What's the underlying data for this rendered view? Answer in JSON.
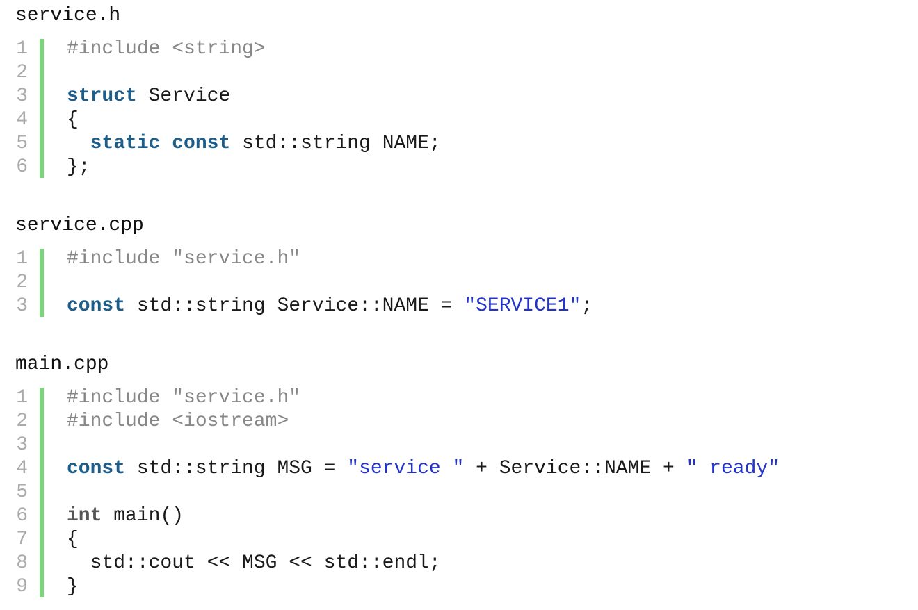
{
  "files": [
    {
      "name": "service.h",
      "lines": [
        {
          "n": "1",
          "tokens": [
            {
              "t": "#include <string>",
              "k": "pp"
            }
          ]
        },
        {
          "n": "2",
          "tokens": []
        },
        {
          "n": "3",
          "tokens": [
            {
              "t": "struct",
              "k": "kw"
            },
            {
              "t": " Service",
              "k": "plain"
            }
          ]
        },
        {
          "n": "4",
          "tokens": [
            {
              "t": "{",
              "k": "plain"
            }
          ]
        },
        {
          "n": "5",
          "tokens": [
            {
              "t": "  ",
              "k": "plain"
            },
            {
              "t": "static",
              "k": "kw"
            },
            {
              "t": " ",
              "k": "plain"
            },
            {
              "t": "const",
              "k": "kw"
            },
            {
              "t": " std::string NAME;",
              "k": "plain"
            }
          ]
        },
        {
          "n": "6",
          "tokens": [
            {
              "t": "};",
              "k": "plain"
            }
          ]
        }
      ]
    },
    {
      "name": "service.cpp",
      "lines": [
        {
          "n": "1",
          "tokens": [
            {
              "t": "#include \"service.h\"",
              "k": "pp"
            }
          ]
        },
        {
          "n": "2",
          "tokens": []
        },
        {
          "n": "3",
          "tokens": [
            {
              "t": "const",
              "k": "kw"
            },
            {
              "t": " std::string Service::NAME = ",
              "k": "plain"
            },
            {
              "t": "\"SERVICE1\"",
              "k": "str"
            },
            {
              "t": ";",
              "k": "plain"
            }
          ]
        }
      ]
    },
    {
      "name": "main.cpp",
      "lines": [
        {
          "n": "1",
          "tokens": [
            {
              "t": "#include \"service.h\"",
              "k": "pp"
            }
          ]
        },
        {
          "n": "2",
          "tokens": [
            {
              "t": "#include <iostream>",
              "k": "pp"
            }
          ]
        },
        {
          "n": "3",
          "tokens": []
        },
        {
          "n": "4",
          "tokens": [
            {
              "t": "const",
              "k": "kw"
            },
            {
              "t": " std::string MSG = ",
              "k": "plain"
            },
            {
              "t": "\"service \"",
              "k": "str"
            },
            {
              "t": " + Service::NAME + ",
              "k": "plain"
            },
            {
              "t": "\" ready\"",
              "k": "str"
            }
          ]
        },
        {
          "n": "5",
          "tokens": []
        },
        {
          "n": "6",
          "tokens": [
            {
              "t": "int",
              "k": "kw2"
            },
            {
              "t": " main()",
              "k": "plain"
            }
          ]
        },
        {
          "n": "7",
          "tokens": [
            {
              "t": "{",
              "k": "plain"
            }
          ]
        },
        {
          "n": "8",
          "tokens": [
            {
              "t": "  std::cout << MSG << std::endl;",
              "k": "plain"
            }
          ]
        },
        {
          "n": "9",
          "tokens": [
            {
              "t": "}",
              "k": "plain"
            }
          ]
        }
      ]
    }
  ],
  "colors": {
    "keyword": "#1d5d8a",
    "type_keyword": "#555555",
    "preprocessor": "#888888",
    "string": "#2233cc",
    "line_number": "#aaaaaa",
    "gutter_bar": "#7bd67b"
  }
}
